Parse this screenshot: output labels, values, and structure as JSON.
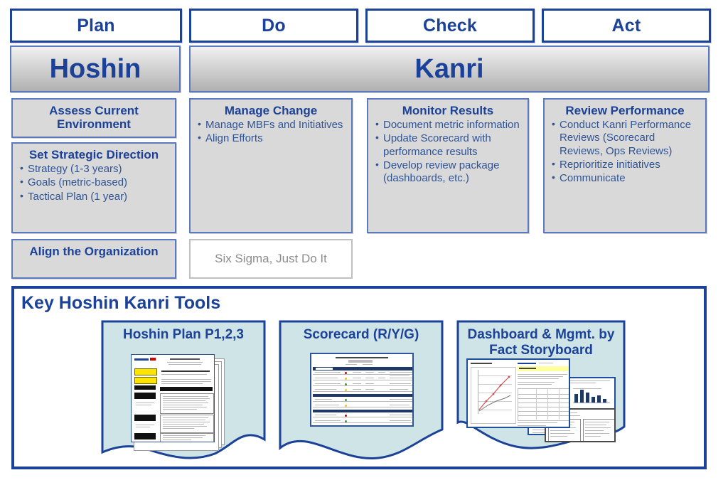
{
  "diagram": {
    "title": "Hoshin Kanri PDCA Framework",
    "accent_blue": "#1b4298",
    "text_blue": "#2f5496",
    "box_fill": "#d9d9d9",
    "card_fill": "#cfe4e6"
  },
  "pdca": [
    {
      "label": "Plan"
    },
    {
      "label": "Do"
    },
    {
      "label": "Check"
    },
    {
      "label": "Act"
    }
  ],
  "banners": [
    {
      "label": "Hoshin"
    },
    {
      "label": "Kanri"
    }
  ],
  "plan_column": {
    "boxes": [
      {
        "heading": "Assess Current Environment",
        "bullets": []
      },
      {
        "heading": "Set Strategic Direction",
        "bullets": [
          "Strategy  (1-3 years)",
          "Goals (metric-based)",
          "Tactical Plan (1 year)"
        ]
      },
      {
        "heading": "Align the Organization",
        "bullets": []
      }
    ]
  },
  "do_column": {
    "box": {
      "heading": "Manage Change",
      "bullets": [
        "Manage MBFs and Initiatives",
        "Align Efforts"
      ]
    },
    "note": "Six Sigma, Just Do It"
  },
  "check_column": {
    "box": {
      "heading": "Monitor Results",
      "bullets": [
        "Document metric information",
        "Update Scorecard with performance results",
        "Develop review package (dashboards, etc.)"
      ]
    }
  },
  "act_column": {
    "box": {
      "heading": "Review Performance",
      "bullets": [
        "Conduct Kanri Performance Reviews (Scorecard Reviews, Ops Reviews)",
        "Reprioritize initiatives",
        "Communicate"
      ]
    }
  },
  "tools": {
    "title": "Key Hoshin Kanri Tools",
    "cards": [
      {
        "title": "Hoshin Plan P1,2,3",
        "thumbnail": "stacked-plan-document"
      },
      {
        "title": "Scorecard (R/Y/G)",
        "thumbnail": "scorecard-table"
      },
      {
        "title": "Dashboard & Mgmt. by Fact Storyboard",
        "thumbnail": "dashboard-screens"
      }
    ]
  }
}
